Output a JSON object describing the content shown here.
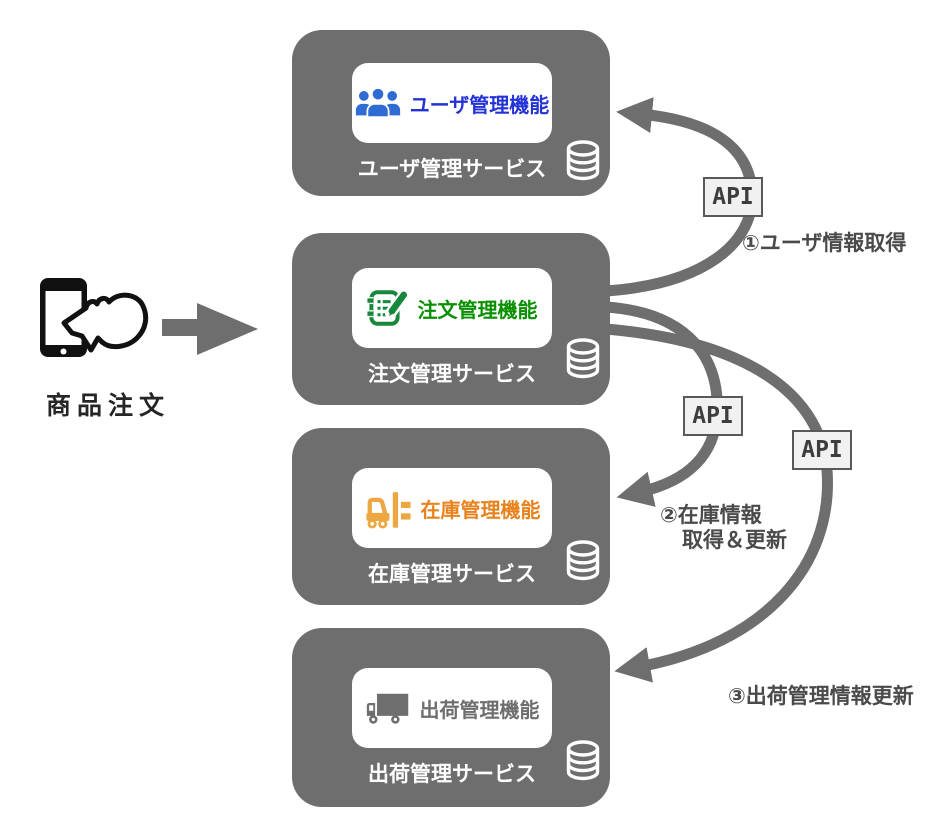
{
  "colors": {
    "service_box": "#6e6e6e",
    "arrow": "#6e6e6e",
    "card_bg": "#ffffff",
    "user_icon": "#2e6bd2",
    "user_text": "#2433d6",
    "order_icon": "#17883b",
    "order_text": "#089000",
    "inventory_icon": "#eda742",
    "inventory_text": "#e8821d",
    "shipping_icon": "#6e6e6e",
    "shipping_text": "#6e6e6e",
    "api_box_bg": "#f1f1f1",
    "api_box_border": "#595959",
    "annotation_text": "#4a4a4a",
    "source_text": "#262626",
    "device_icon": "#111111"
  },
  "source": {
    "label": "商品注文"
  },
  "services": [
    {
      "name": "ユーザ管理サービス",
      "function_label": "ユーザ管理機能"
    },
    {
      "name": "注文管理サービス",
      "function_label": "注文管理機能"
    },
    {
      "name": "在庫管理サービス",
      "function_label": "在庫管理機能"
    },
    {
      "name": "出荷管理サービス",
      "function_label": "出荷管理機能"
    }
  ],
  "api_badges": [
    {
      "label": "API"
    },
    {
      "label": "API"
    },
    {
      "label": "API"
    }
  ],
  "flows": [
    {
      "label": "①ユーザ情報取得"
    },
    {
      "label_line1": "②在庫情報",
      "label_line2": "取得＆更新"
    },
    {
      "label": "③出荷管理情報更新"
    }
  ]
}
